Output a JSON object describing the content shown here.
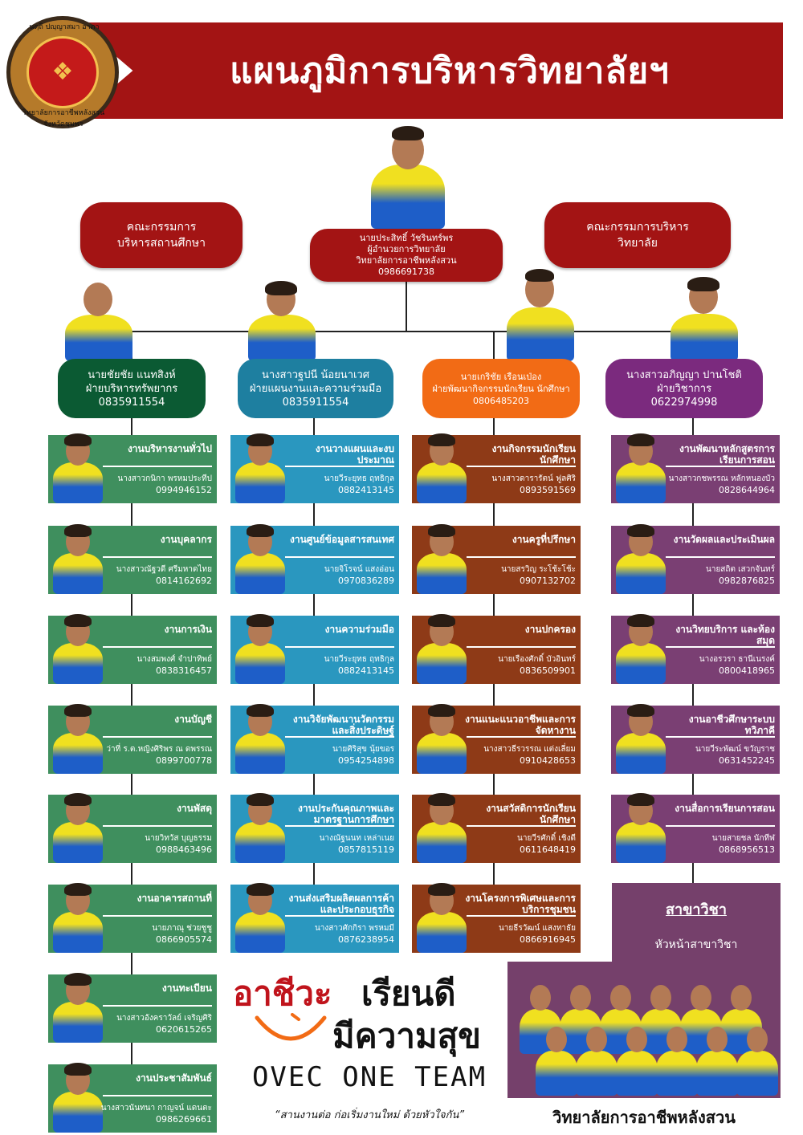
{
  "header": {
    "title": "แผนภูมิการบริหารวิทยาลัยฯ",
    "logo_text_top": "นตฺถิ ปญฺญาสมา อาภา",
    "logo_text_bottom": "วิทยาลัยการอาชีพหลังสวน จังหวัดชุมพร"
  },
  "top": {
    "left_board": [
      "คณะกรรมการ",
      "บริหารสถานศึกษา"
    ],
    "right_board": [
      "คณะกรรมการบริหาร",
      "วิทยาลัย"
    ],
    "director": [
      "นายประสิทธิ์ วัชรินทร์พร",
      "ผู้อำนวยการวิทยาลัย",
      "วิทยาลัยการอาชีพหลังสวน",
      "0986691738"
    ]
  },
  "divisions": [
    {
      "name": "นายชัยชัย แนทสิงห์",
      "role": "ฝ่ายบริหารทรัพยากร",
      "phone": "0835911554",
      "color": "#0b5a33"
    },
    {
      "name": "นางสาวฐปนี น้อยนาเวศ",
      "role": "ฝ่ายแผนงานและความร่วมมือ",
      "phone": "0835911554",
      "color": "#1e7fa0"
    },
    {
      "name": "นายเกริชัย เรือนเป่อง",
      "role": "ฝ่ายพัฒนากิจกรรมนักเรียน นักศึกษา",
      "phone": "0806485203",
      "color": "#f26b15"
    },
    {
      "name": "นางสาวอภิญญา ปานโชติ",
      "role": "ฝ่ายวิชาการ",
      "phone": "0622974998",
      "color": "#7b2a7e"
    }
  ],
  "columns": [
    {
      "color": "#3f8f5e",
      "cards": [
        {
          "title": "งานบริหารงานทั่วไป",
          "name": "นางสาวกนิกา พรหมประทีป",
          "phone": "0994946152"
        },
        {
          "title": "งานบุคลากร",
          "name": "นางสาวณัฐวดี ศรีมหาดไทย",
          "phone": "0814162692"
        },
        {
          "title": "งานการเงิน",
          "name": "นางสมพงศ์ จำปาทิพย์",
          "phone": "0838316457"
        },
        {
          "title": "งานบัญชี",
          "name": "ว่าที่ ร.ต.หญิงศิริพร ณ ดพรรณ",
          "phone": "0899700778"
        },
        {
          "title": "งานพัสดุ",
          "name": "นายวิทวัส บุญธรรม",
          "phone": "0988463496"
        },
        {
          "title": "งานอาคารสถานที่",
          "name": "นายภาณุ ช่วยชูชู",
          "phone": "0866905574"
        },
        {
          "title": "งานทะเบียน",
          "name": "นางสาวอังคราวัลย์ เจริญศิริ",
          "phone": "0620615265"
        },
        {
          "title": "งานประชาสัมพันธ์",
          "name": "นางสาวนันทนา กาญจน์ แดนตะ",
          "phone": "0986269661"
        }
      ]
    },
    {
      "color": "#2a97bf",
      "cards": [
        {
          "title": "งานวางแผนและงบประมาณ",
          "name": "นายวีระยุทธ ฤทธิกุล",
          "phone": "0882413145"
        },
        {
          "title": "งานศูนย์ข้อมูลสารสนเทศ",
          "name": "นายจิโรจน์ แสงอ่อน",
          "phone": "0970836289"
        },
        {
          "title": "งานความร่วมมือ",
          "name": "นายวีระยุทธ ฤทธิกุล",
          "phone": "0882413145"
        },
        {
          "title": "งานวิจัยพัฒนานวัตกรรมและสิ่งประดิษฐ์",
          "name": "นายศิริสุข นุ้ยขอร",
          "phone": "0954254898"
        },
        {
          "title": "งานประกันคุณภาพและมาตรฐานการศึกษา",
          "name": "นางณัฐนนท เหล่าเนย",
          "phone": "0857815119"
        },
        {
          "title": "งานส่งเสริมผลิตผลการค้าและประกอบธุรกิจ",
          "name": "นางสาวศักกิรา พรหมมี",
          "phone": "0876238954"
        }
      ]
    },
    {
      "color": "#8e3a17",
      "cards": [
        {
          "title": "งานกิจกรรมนักเรียน นักศึกษา",
          "name": "นางสาวดารารัตน์ ฟูลศิริ",
          "phone": "0893591569"
        },
        {
          "title": "งานครูที่ปรึกษา",
          "name": "นายสรวิญ ระโช้ะโช้ะ",
          "phone": "0907132702"
        },
        {
          "title": "งานปกครอง",
          "name": "นายเรืองศักดิ์ บัวอินทร์",
          "phone": "0836509901"
        },
        {
          "title": "งานแนะแนวอาชีพและการจัดหางาน",
          "name": "นางสาวธีรวรรณ แต่งเลี่ยม",
          "phone": "0910428653"
        },
        {
          "title": "งานสวัสดิการนักเรียน นักศึกษา",
          "name": "นายวีรศักดิ์ เชิงดี",
          "phone": "0611648419"
        },
        {
          "title": "งานโครงการพิเศษและการบริการชุมชน",
          "name": "นายธีรวัฒน์ แสงทาธัย",
          "phone": "0866916945"
        }
      ]
    },
    {
      "color": "#7a3f73",
      "cards": [
        {
          "title": "งานพัฒนาหลักสูตรการเรียนการสอน",
          "name": "นางสาวกชพรรณ หลักหนองบัว",
          "phone": "0828644964"
        },
        {
          "title": "งานวัดผลและประเมินผล",
          "name": "นายสถิต เสวกจันทร์",
          "phone": "0982876825"
        },
        {
          "title": "งานวิทยบริการ และห้องสมุด",
          "name": "นางอรวรา ธานีเนรงค์",
          "phone": "0800418965"
        },
        {
          "title": "งานอาชีวศึกษาระบบทวิภาคี",
          "name": "นายวีระพัฒน์ ขวัญราช",
          "phone": "0631452245"
        },
        {
          "title": "งานสื่อการเรียนการสอน",
          "name": "นายสายชล นักทีฬ",
          "phone": "0868956513"
        }
      ]
    }
  ],
  "branch": {
    "title": "สาขาวิชา",
    "subtitle": "หัวหน้าสาขาวิชา",
    "college": "วิทยาลัยการอาชีพหลังสวน"
  },
  "slogan": {
    "part1": "อาชีวะ",
    "part2": "เรียนดี",
    "part3": "มีความสุข",
    "team": "OVEC ONE TEAM",
    "quote": "“สานงานต่อ ก่อเริ่มงานใหม่ ด้วยหัวใจกัน”"
  }
}
